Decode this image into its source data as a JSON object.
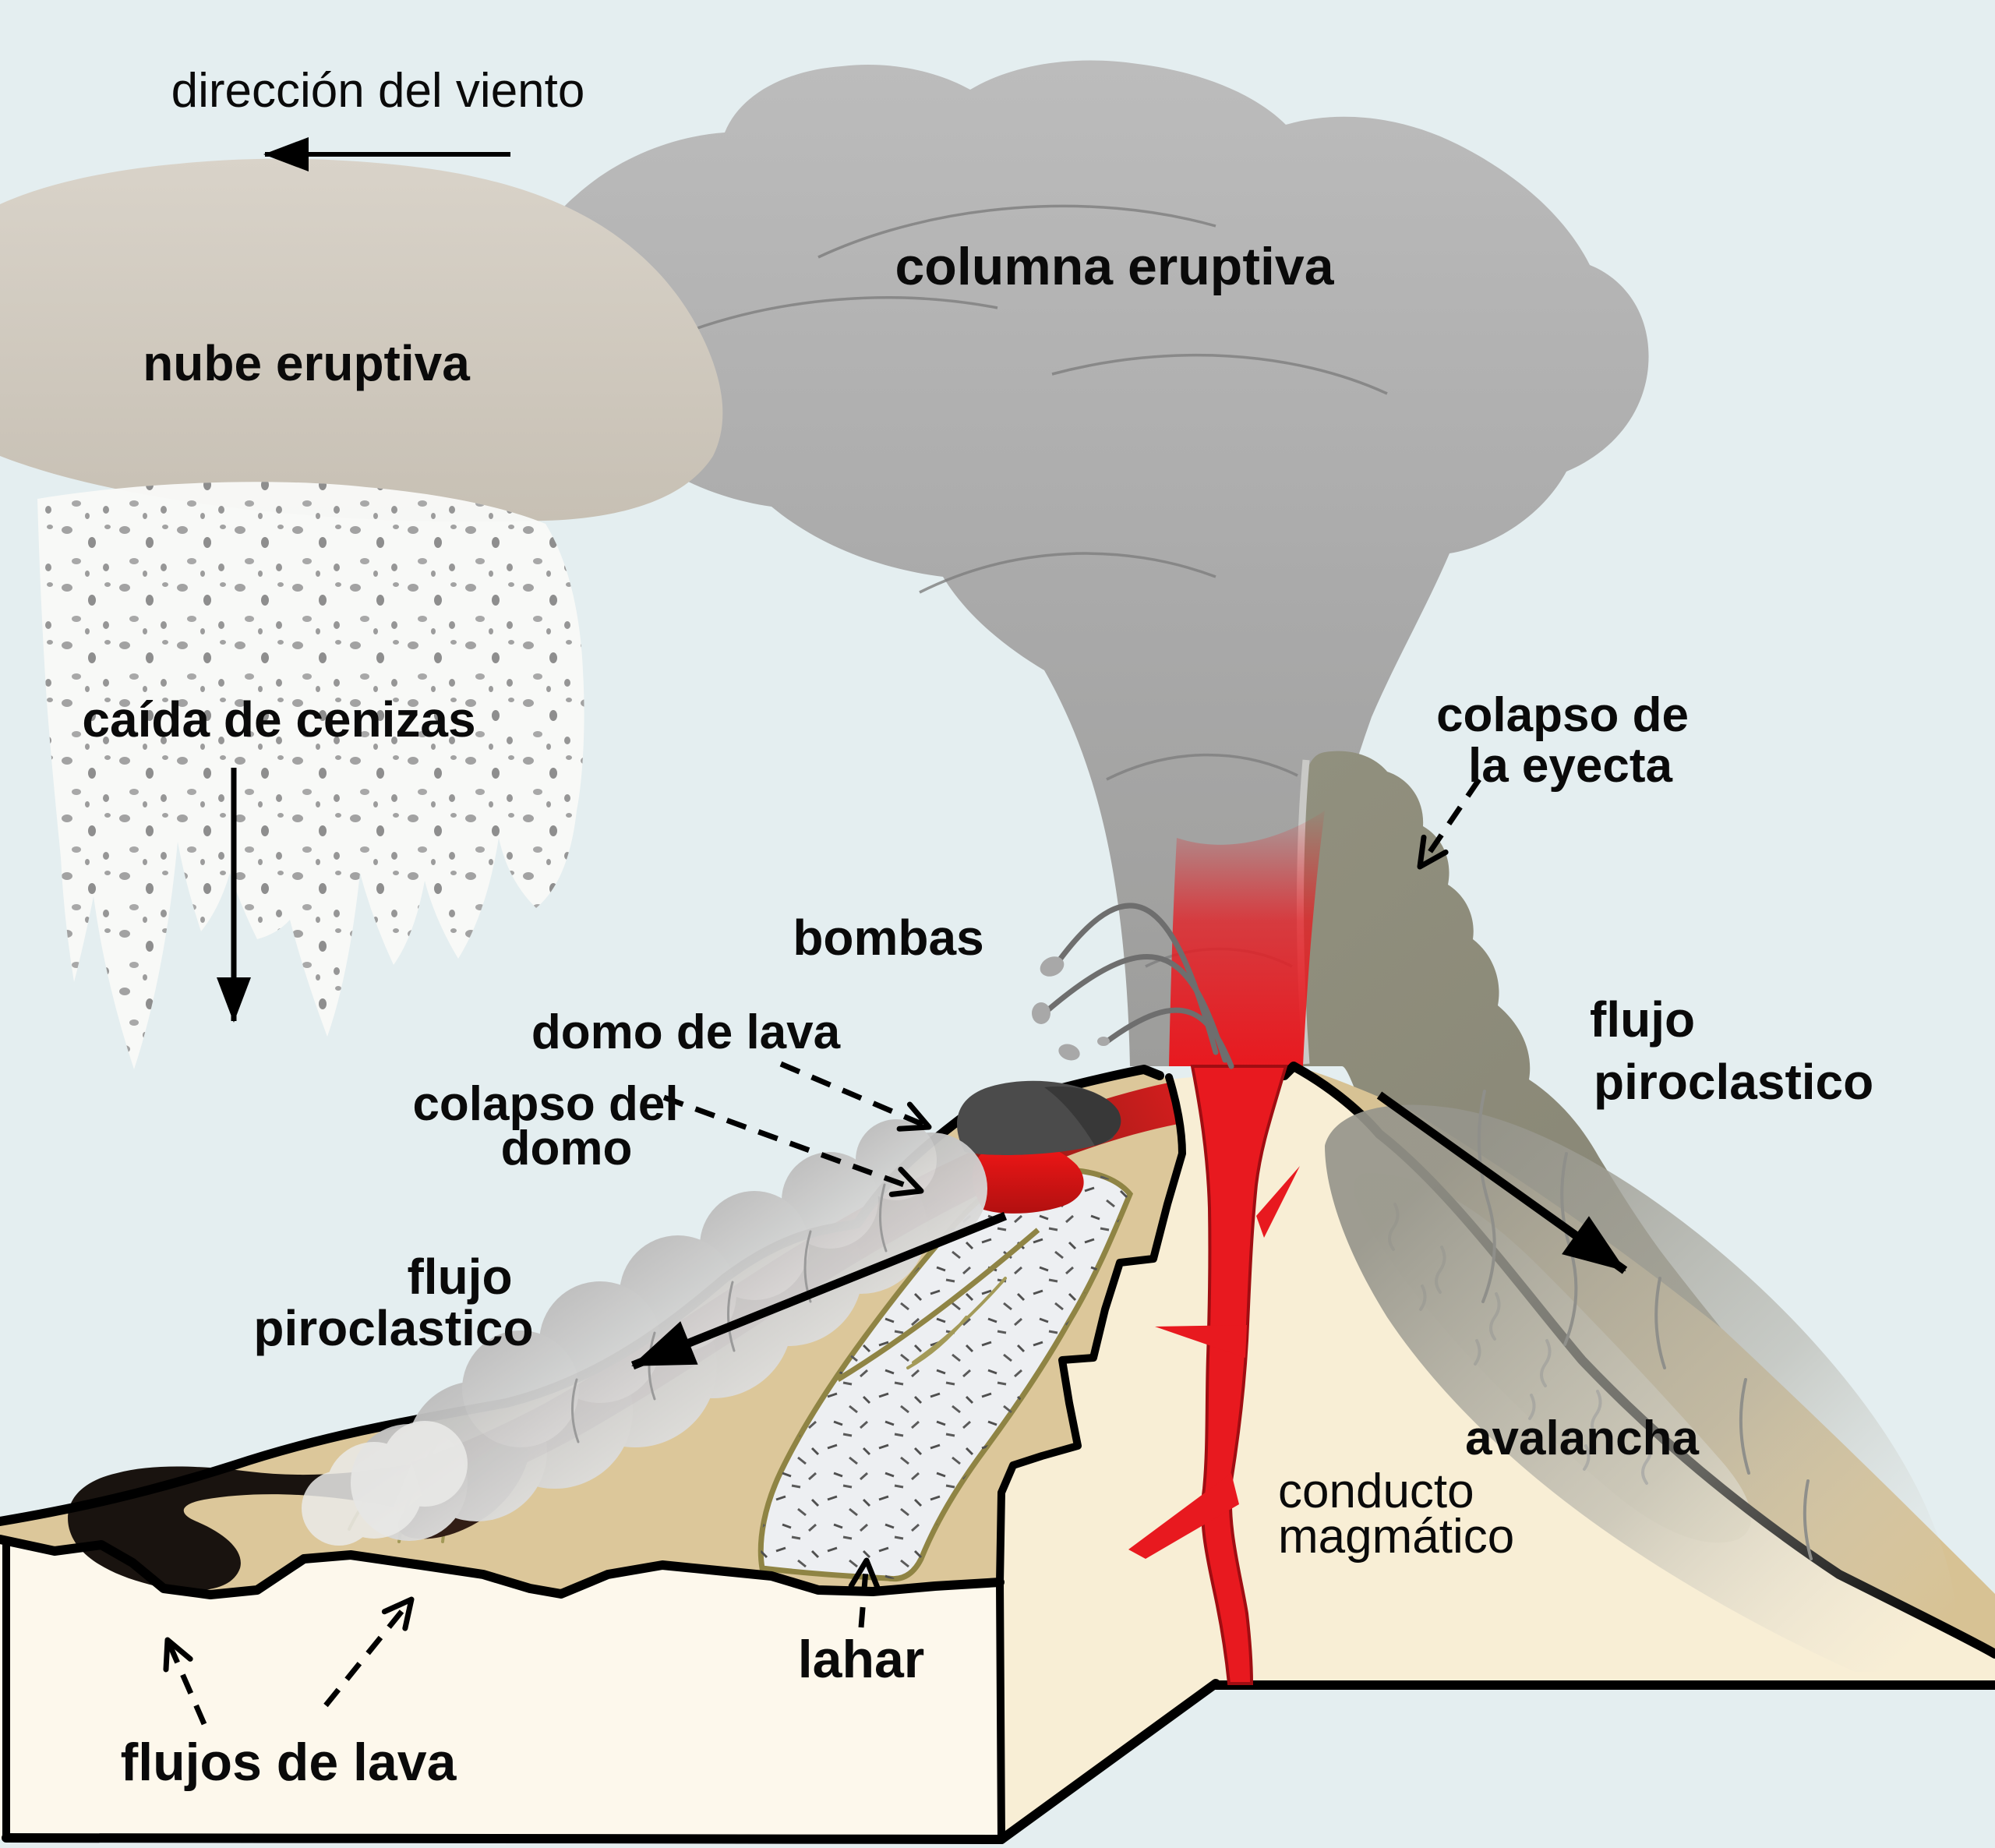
{
  "diagram": {
    "type": "volcano-hazards-cross-section",
    "language": "es",
    "labels": {
      "wind_direction": "dirección del viento",
      "eruptive_cloud": "nube eruptiva",
      "eruptive_column": "columna eruptiva",
      "ash_fall": "caída de cenizas",
      "ejecta_collapse": [
        "colapso de",
        "la eyecta"
      ],
      "bombs": "bombas",
      "lava_dome": "domo de lava",
      "dome_collapse": [
        "colapso del",
        "domo"
      ],
      "pyroclastic_flow_left": [
        "flujo",
        "piroclastico"
      ],
      "pyroclastic_flow_right": [
        "flujo",
        "piroclastico"
      ],
      "avalanche": "avalancha",
      "magma_conduit": [
        "conducto",
        "magmático"
      ],
      "lahar": "lahar",
      "lava_flows": "flujos de lava"
    },
    "colors": {
      "sky": "#e4eef0",
      "eruption_column_gray": "#a6a6a6",
      "drifting_cloud_beige": "#cfc8bc",
      "ash_fall_white": "#f8f9f7",
      "ejecta_olive": "#8d8b79",
      "slope_tan": "#dcc79a",
      "cross_section_cream": "#f8eed5",
      "front_face_white": "#fdf8ec",
      "magma_red": "#e8191f",
      "lava_band_maroon": "#5a1d16",
      "lava_tongue_black": "#19130f",
      "dome_dark_gray": "#4b4b4b",
      "lahar_channel": "#edeff2",
      "lahar_border_olive": "#8f8444",
      "avalanche_light": "#f0e7cd",
      "outline": "#000000"
    }
  }
}
